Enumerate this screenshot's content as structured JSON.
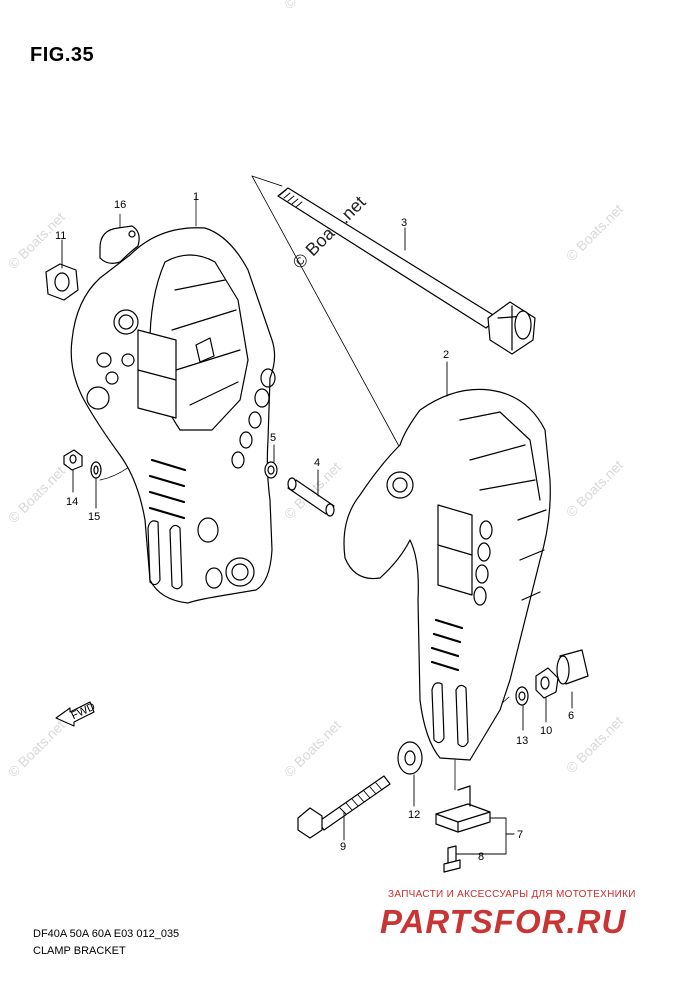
{
  "figure": {
    "title": "FIG.35"
  },
  "watermark": {
    "text": "© Boats.net",
    "color": "#d9d9d9"
  },
  "parts": {
    "p1": "1",
    "p2": "2",
    "p3": "3",
    "p4": "4",
    "p5": "5",
    "p6": "6",
    "p7": "7",
    "p8": "8",
    "p9": "9",
    "p10": "10",
    "p11": "11",
    "p12": "12",
    "p13": "13",
    "p14": "14",
    "p15": "15",
    "p16": "16"
  },
  "fwd_icon": {
    "label": "FWD",
    "icon": "fwd-arrow-icon"
  },
  "caption": {
    "model": "DF40A 50A 60A E03 012_035",
    "name": "CLAMP BRACKET"
  },
  "promo": {
    "tagline": "ЗАПЧАСТИ И АКСЕССУАРЫ ДЛЯ МОТОТЕХНИКИ",
    "brand": "PARTSFOR.RU",
    "color": "#c93535"
  }
}
